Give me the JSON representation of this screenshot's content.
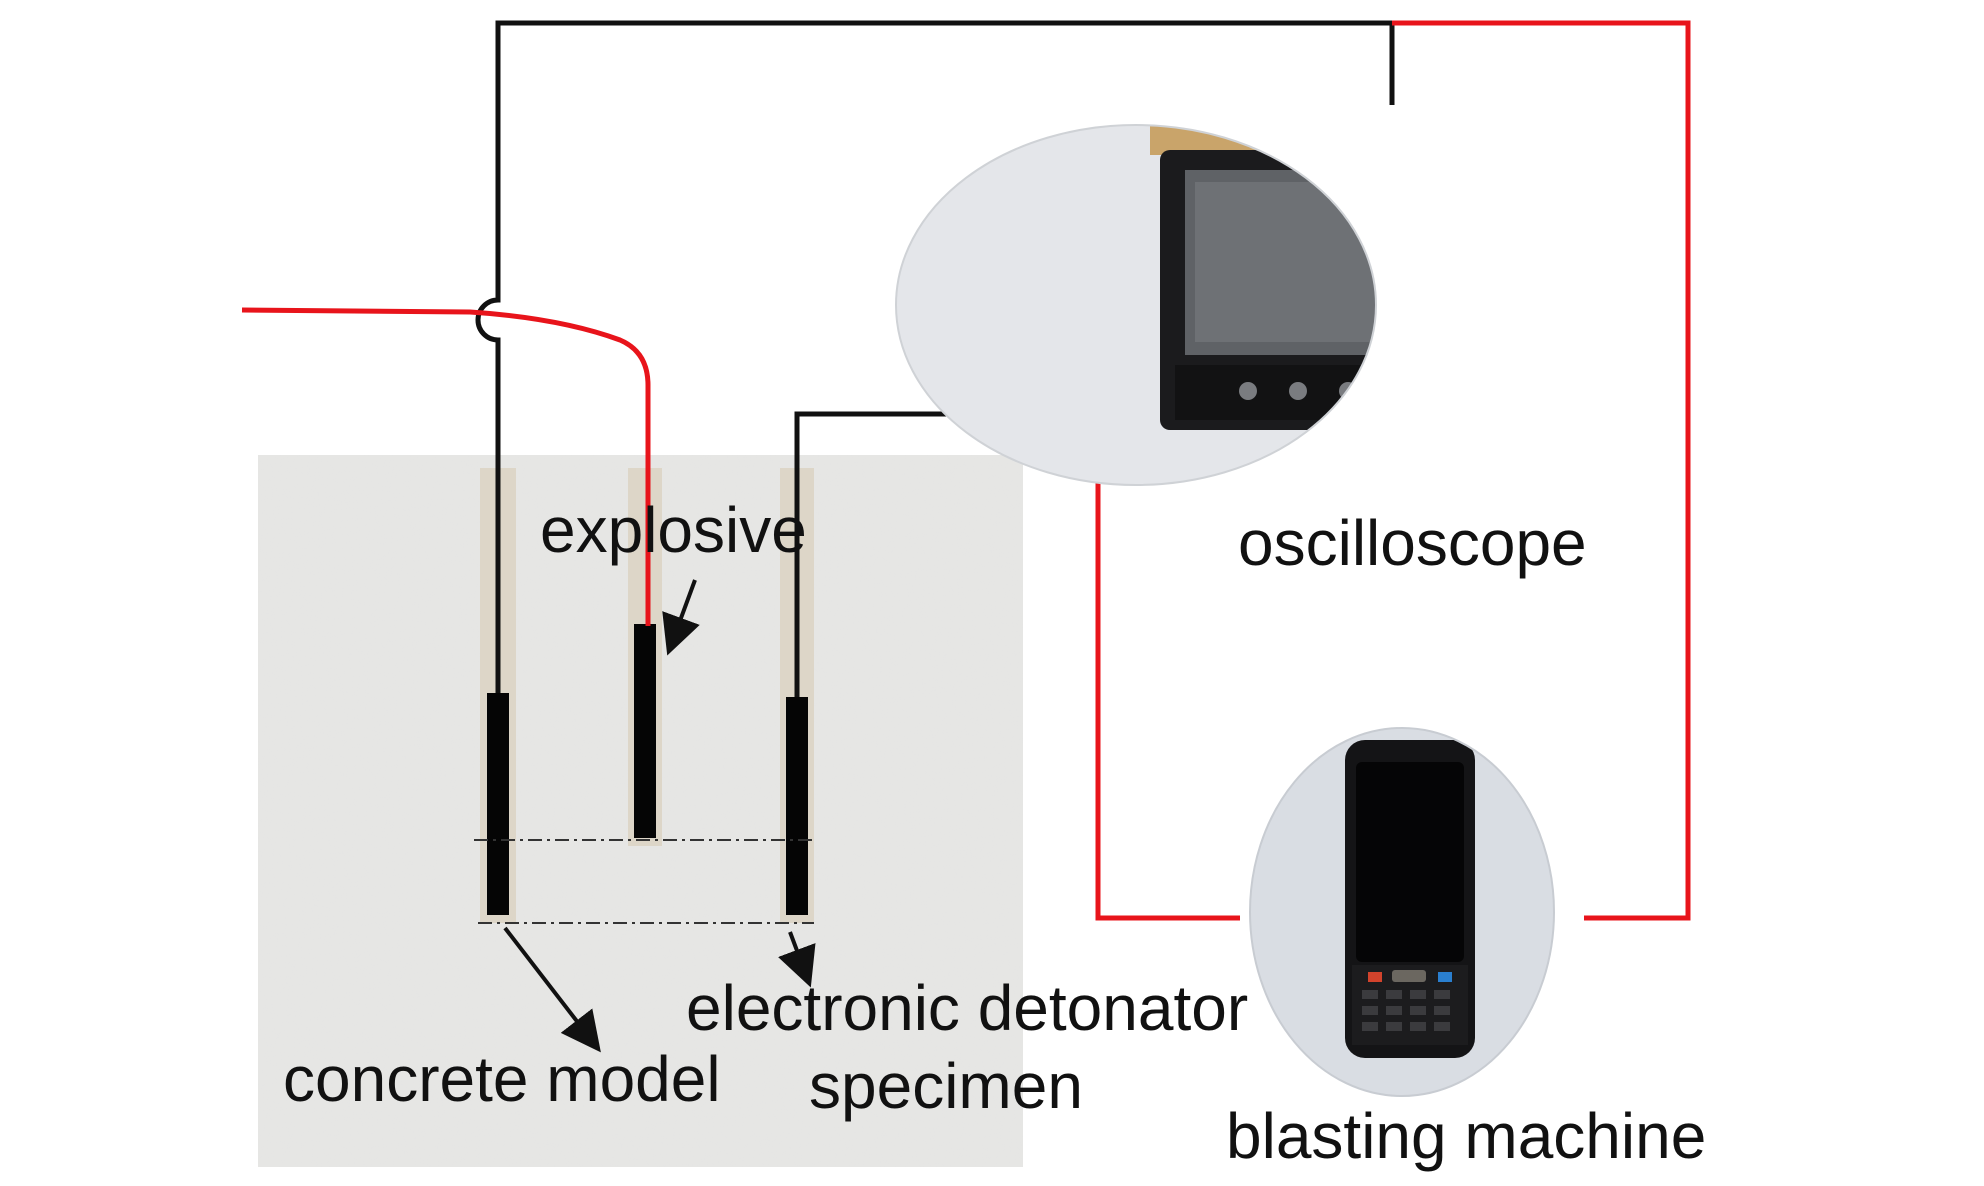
{
  "labels": {
    "explosive": "explosive",
    "oscilloscope": "oscilloscope",
    "concrete_model": "concrete model",
    "electronic_detonator": "electronic detonator",
    "specimen": "specimen",
    "blasting_machine": "blasting machine"
  },
  "colors": {
    "wire_black": "#111111",
    "wire_red": "#e8141b",
    "concrete": "#e6e6e4",
    "borehole_sleeve": "#ddd6c8",
    "charge": "#050505",
    "device_bg": "#d9dde3"
  },
  "icons": {
    "oscilloscope": "oscilloscope-photo-icon",
    "blasting_machine": "handheld-blasting-machine-photo-icon"
  }
}
